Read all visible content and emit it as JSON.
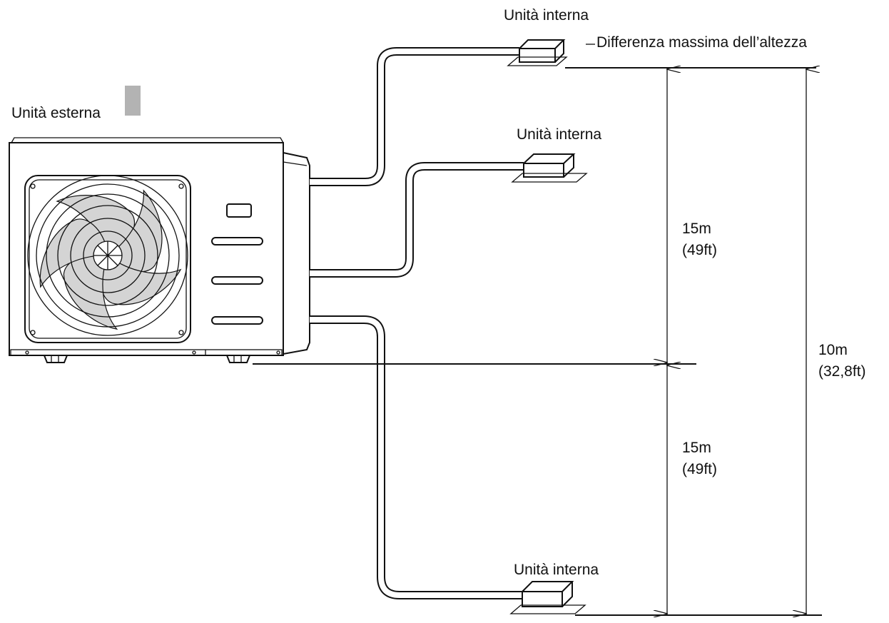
{
  "labels": {
    "outdoor_unit": "Unità esterna",
    "indoor_unit_top": "Unità interna",
    "indoor_unit_middle": "Unità interna",
    "indoor_unit_bottom": "Unità interna",
    "max_height_difference": "Differenza massima dell’altezza"
  },
  "dimensions": {
    "upper_height": {
      "value": "15m",
      "imperial": "(49ft)"
    },
    "lower_height": {
      "value": "15m",
      "imperial": "(49ft)"
    },
    "indoor_height": {
      "value": "10m",
      "imperial": "(32,8ft)"
    }
  },
  "colors": {
    "line": "#111111",
    "fan_fill": "#d4d4d4",
    "marker": "#b3b3b3"
  }
}
